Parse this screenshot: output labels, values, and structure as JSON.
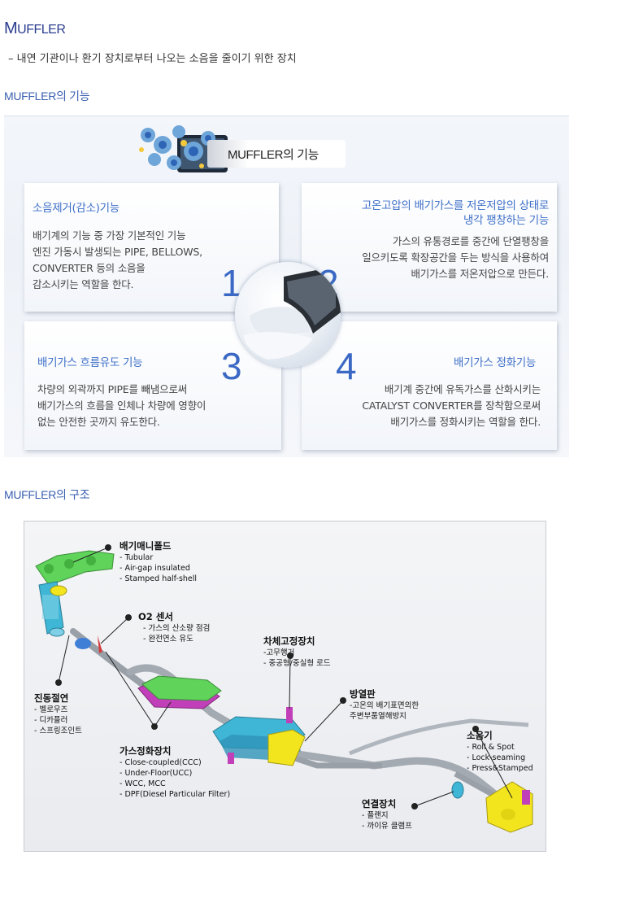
{
  "header": {
    "title_cap1": "M",
    "title_rest": "UFFLER",
    "subtitle": "– 내연 기관이나 환기 장치로부터 나오는 소음을 줄이기 위한 장치"
  },
  "functions": {
    "section_title": "MUFFLER의 기능",
    "banner_text": "MUFFLER의 기능",
    "cards": [
      {
        "number": "1",
        "title": "소음제거(감소)기능",
        "lines": [
          "배기계의 기능 중 가장 기본적인 기능",
          "엔진 가동시 발생되는 PIPE, BELLOWS,",
          "CONVERTER 등의 소음을",
          "감소시키는 역할을 한다."
        ]
      },
      {
        "number": "2",
        "title_lines": [
          "고온고압의 배기가스를 저온저압의 상태로",
          "냉각 팽창하는 기능"
        ],
        "lines": [
          "가스의 유통경로를 중간에 단열팽창을",
          "일으키도록 확장공간을 두는 방식을 사용하여",
          "배기가스를 저온저압으로 만든다."
        ]
      },
      {
        "number": "3",
        "title": "배기가스 흐름유도 기능",
        "lines": [
          "차량의 외곽까지 PIPE를 빼냄으로써",
          "배기가스의 흐름을 인체나 차량에 영향이",
          "없는 안전한 곳까지 유도한다."
        ]
      },
      {
        "number": "4",
        "title": "배기가스 정화기능",
        "lines": [
          "배기계 중간에 유독가스를 산화시키는",
          "CATALYST CONVERTER를 장착함으로써",
          "배기가스를 정화시키는 역할을 한다."
        ]
      }
    ]
  },
  "structure": {
    "section_title": "MUFFLER의 구조",
    "labels": {
      "manifold": {
        "title": "배기매니폴드",
        "items": [
          "- Tubular",
          "- Air-gap insulated",
          "- Stamped half-shell"
        ]
      },
      "o2": {
        "title": "O2 센서",
        "items": [
          "- 가스의 산소량 점검",
          "- 완전연소 유도"
        ]
      },
      "mount": {
        "title": "차체고정장치",
        "items": [
          "-고무행거",
          "- 중공형/중실형 로드"
        ]
      },
      "heatshield": {
        "title": "방열판",
        "items": [
          "-고온의 배기표면의한",
          "주변부품열해방지"
        ]
      },
      "vibration": {
        "title": "진동절연",
        "items": [
          "- 벨로우즈",
          "- 디카플러",
          "- 스프링조인트"
        ]
      },
      "catalyst": {
        "title": "가스정화장치",
        "items": [
          "- Close-coupled(CCC)",
          "- Under-Floor(UCC)",
          "- WCC, MCC",
          "- DPF(Diesel Particular Filter)"
        ]
      },
      "silencer": {
        "title": "소음기",
        "items": [
          "- Roll & Spot",
          "- Lock-seaming",
          "- Press&Stamped"
        ]
      },
      "connector": {
        "title": "연결장치",
        "items": [
          "- 플랜지",
          "- 까이유 클램프"
        ]
      }
    }
  },
  "colors": {
    "title_blue": "#2a3d8f",
    "section_blue": "#3a5fb0",
    "number_blue": "#3a68c4",
    "green_part": "#5fd35a",
    "cyan_part": "#3fb6d6",
    "yellow_part": "#f2e51e",
    "magenta_part": "#c13fb8"
  }
}
